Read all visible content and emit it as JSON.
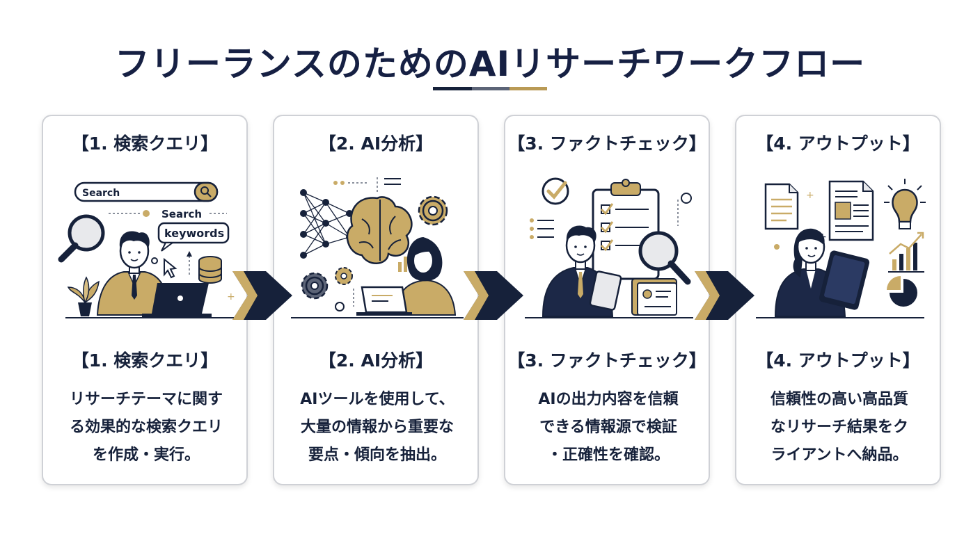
{
  "title": "フリーランスのためのAIリサーチワークフロー",
  "colors": {
    "navy": "#16213a",
    "gold": "#b99a55",
    "gray": "#5c6477",
    "border": "#cfd1d6"
  },
  "steps": [
    {
      "heading": "【1. 検索クエリ】",
      "subheading": "【1. 検索クエリ】",
      "body": [
        "リサーチテーマに関す",
        "る効果的な検索クエリ",
        "を作成・実行。"
      ],
      "search_box_text": "Search",
      "bubble_small": "Search",
      "bubble_main": "keywords",
      "icons": [
        "magnifier-icon",
        "search-bar-icon",
        "database-icon",
        "laptop-icon",
        "plant-icon",
        "cursor-icon"
      ]
    },
    {
      "heading": "【2. AI分析】",
      "subheading": "【2. AI分析】",
      "body": [
        "AIツールを使用して、",
        "大量の情報から重要な",
        "要点・傾向を抽出。"
      ],
      "icons": [
        "neural-network-icon",
        "brain-icon",
        "gear-icon",
        "bar-chart-icon",
        "laptop-icon"
      ]
    },
    {
      "heading": "【3. ファクトチェック】",
      "subheading": "【3. ファクトチェック】",
      "body": [
        "AIの出力内容を信頼",
        "できる情報源で検証",
        "・正確性を確認。"
      ],
      "icons": [
        "checkmark-icon",
        "clipboard-checklist-icon",
        "magnifier-icon",
        "document-icon",
        "tablet-icon"
      ]
    },
    {
      "heading": "【4. アウトプット】",
      "subheading": "【4. アウトプット】",
      "body": [
        "信頼性の高い高品質",
        "なリサーチ結果をク",
        "ライアントへ納品。"
      ],
      "icons": [
        "document-icon",
        "report-icon",
        "lightbulb-icon",
        "growth-chart-icon",
        "pie-chart-icon",
        "tablet-icon"
      ]
    }
  ]
}
